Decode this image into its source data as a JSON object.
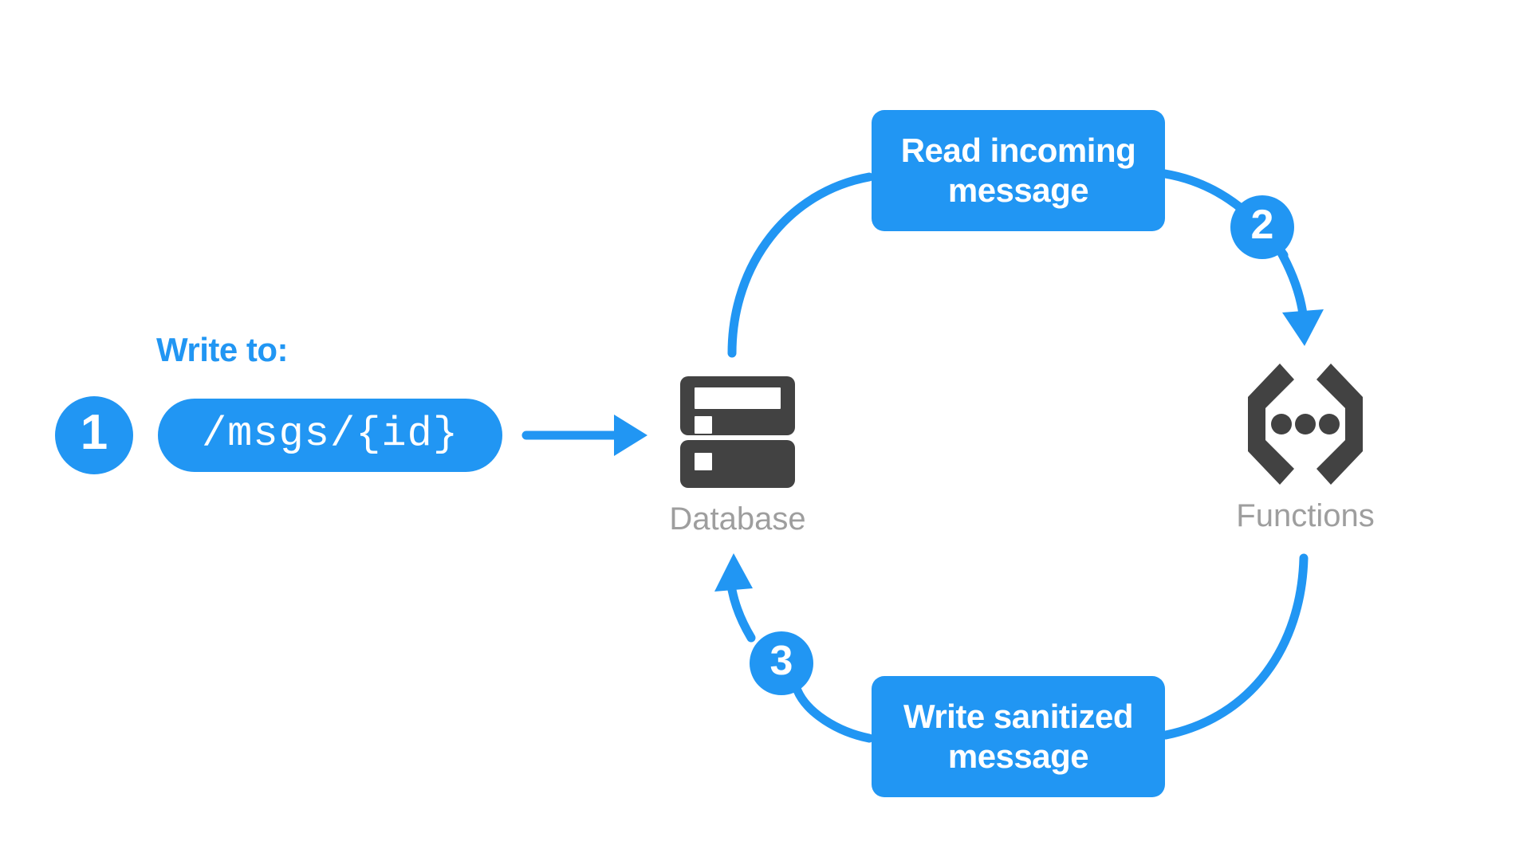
{
  "diagram": {
    "title": "Firebase database write / cloud function sanitize loop",
    "background_color": "#ffffff",
    "accent_color": "#2196f3",
    "icon_color": "#424242",
    "label_color": "#9e9e9e"
  },
  "steps": [
    {
      "number": "1",
      "name": "write-to-database"
    },
    {
      "number": "2",
      "name": "trigger-function"
    },
    {
      "number": "3",
      "name": "write-back-to-database"
    }
  ],
  "write_to": {
    "caption": "Write to:",
    "path": "/msgs/{id}"
  },
  "boxes": [
    {
      "id": "read",
      "line1": "Read incoming",
      "line2": "message"
    },
    {
      "id": "write",
      "line1": "Write sanitized",
      "line2": "message"
    }
  ],
  "nodes": [
    {
      "id": "database",
      "label": "Database",
      "icon": "database-icon"
    },
    {
      "id": "functions",
      "label": "Functions",
      "icon": "functions-braces-icon"
    }
  ],
  "connectors": [
    {
      "id": "pill-to-database",
      "kind": "straight-arrow",
      "from": "path-pill",
      "to": "database"
    },
    {
      "id": "database-to-read",
      "kind": "curve",
      "from": "database",
      "to": "read-box"
    },
    {
      "id": "read-to-functions",
      "kind": "curved-arrow",
      "from": "read-box",
      "to": "functions"
    },
    {
      "id": "functions-to-write",
      "kind": "curve",
      "from": "functions",
      "to": "write-box"
    },
    {
      "id": "write-to-database",
      "kind": "curved-arrow",
      "from": "write-box",
      "to": "database"
    }
  ]
}
